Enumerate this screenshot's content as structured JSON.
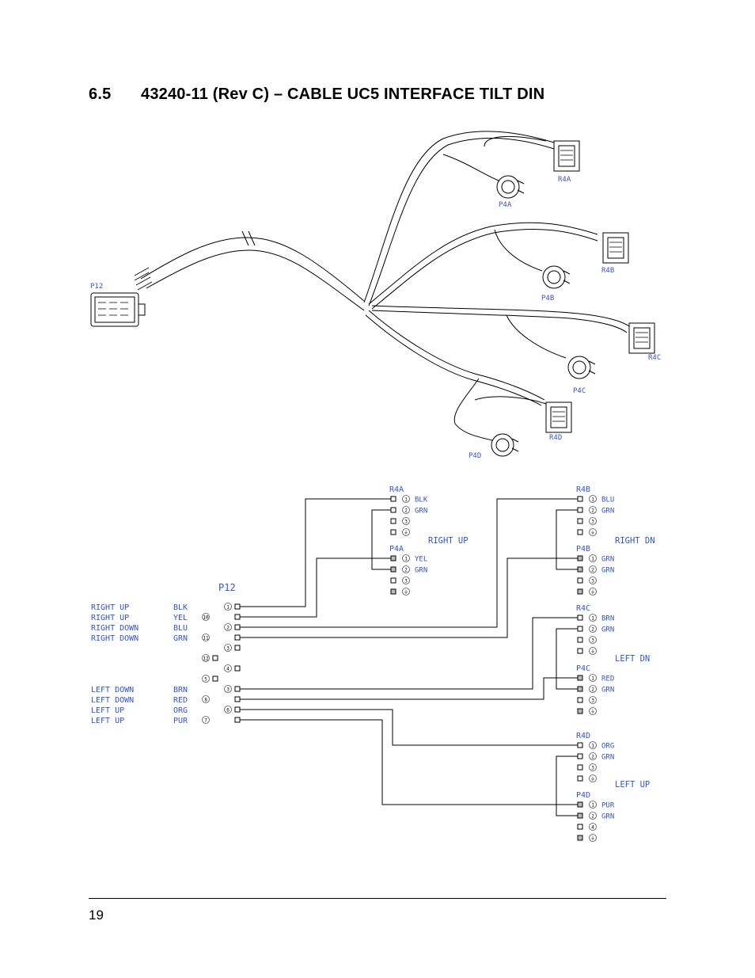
{
  "page": {
    "section_number": "6.5",
    "section_title": "43240-11 (Rev C) – CABLE UC5 INTERFACE TILT DIN",
    "page_number": "19"
  },
  "assembly": {
    "main_connector": "P12",
    "branch_labels": [
      "R4A",
      "P4A",
      "R4B",
      "P4B",
      "R4C",
      "P4C",
      "R4D",
      "P4D"
    ]
  },
  "schematic": {
    "p12_label": "P12",
    "p12_pins": [
      {
        "func": "RIGHT UP",
        "color": "BLK",
        "pin": "1"
      },
      {
        "func": "RIGHT UP",
        "color": "YEL",
        "pin": "10"
      },
      {
        "func": "RIGHT DOWN",
        "color": "BLU",
        "pin": "2"
      },
      {
        "func": "RIGHT DOWN",
        "color": "GRN",
        "pin": "11"
      },
      {
        "func": "",
        "color": "",
        "pin": "3"
      },
      {
        "func": "",
        "color": "",
        "pin": "12"
      },
      {
        "func": "",
        "color": "",
        "pin": "4"
      },
      {
        "func": "",
        "color": "",
        "pin": "5"
      },
      {
        "func": "LEFT DOWN",
        "color": "BRN",
        "pin": "3"
      },
      {
        "func": "LEFT DOWN",
        "color": "RED",
        "pin": "8"
      },
      {
        "func": "LEFT UP",
        "color": "ORG",
        "pin": "6"
      },
      {
        "func": "LEFT UP",
        "color": "PUR",
        "pin": "7"
      }
    ],
    "groups": [
      {
        "func": "RIGHT UP",
        "r": {
          "label": "R4A",
          "pins": [
            {
              "pin": "1",
              "color": "BLK"
            },
            {
              "pin": "2",
              "color": "GRN"
            },
            {
              "pin": "3",
              "color": ""
            },
            {
              "pin": "⏚",
              "color": ""
            }
          ]
        },
        "p": {
          "label": "P4A",
          "pins": [
            {
              "pin": "1",
              "color": "YEL"
            },
            {
              "pin": "2",
              "color": "GRN"
            },
            {
              "pin": "3",
              "color": ""
            },
            {
              "pin": "⏚",
              "color": ""
            }
          ]
        }
      },
      {
        "func": "RIGHT DN",
        "r": {
          "label": "R4B",
          "pins": [
            {
              "pin": "1",
              "color": "BLU"
            },
            {
              "pin": "2",
              "color": "GRN"
            },
            {
              "pin": "3",
              "color": ""
            },
            {
              "pin": "⏚",
              "color": ""
            }
          ]
        },
        "p": {
          "label": "P4B",
          "pins": [
            {
              "pin": "1",
              "color": "GRN"
            },
            {
              "pin": "2",
              "color": "GRN"
            },
            {
              "pin": "3",
              "color": ""
            },
            {
              "pin": "⏚",
              "color": ""
            }
          ]
        }
      },
      {
        "func": "LEFT DN",
        "r": {
          "label": "R4C",
          "pins": [
            {
              "pin": "1",
              "color": "BRN"
            },
            {
              "pin": "2",
              "color": "GRN"
            },
            {
              "pin": "3",
              "color": ""
            },
            {
              "pin": "⏚",
              "color": ""
            }
          ]
        },
        "p": {
          "label": "P4C",
          "pins": [
            {
              "pin": "1",
              "color": "RED"
            },
            {
              "pin": "2",
              "color": "GRN"
            },
            {
              "pin": "3",
              "color": ""
            },
            {
              "pin": "⏚",
              "color": ""
            }
          ]
        }
      },
      {
        "func": "LEFT UP",
        "r": {
          "label": "R4D",
          "pins": [
            {
              "pin": "1",
              "color": "ORG"
            },
            {
              "pin": "2",
              "color": "GRN"
            },
            {
              "pin": "3",
              "color": ""
            },
            {
              "pin": "⏚",
              "color": ""
            }
          ]
        },
        "p": {
          "label": "P4D",
          "pins": [
            {
              "pin": "1",
              "color": "PUR"
            },
            {
              "pin": "2",
              "color": "GRN"
            },
            {
              "pin": "4",
              "color": ""
            },
            {
              "pin": "⏚",
              "color": ""
            }
          ]
        }
      }
    ]
  }
}
